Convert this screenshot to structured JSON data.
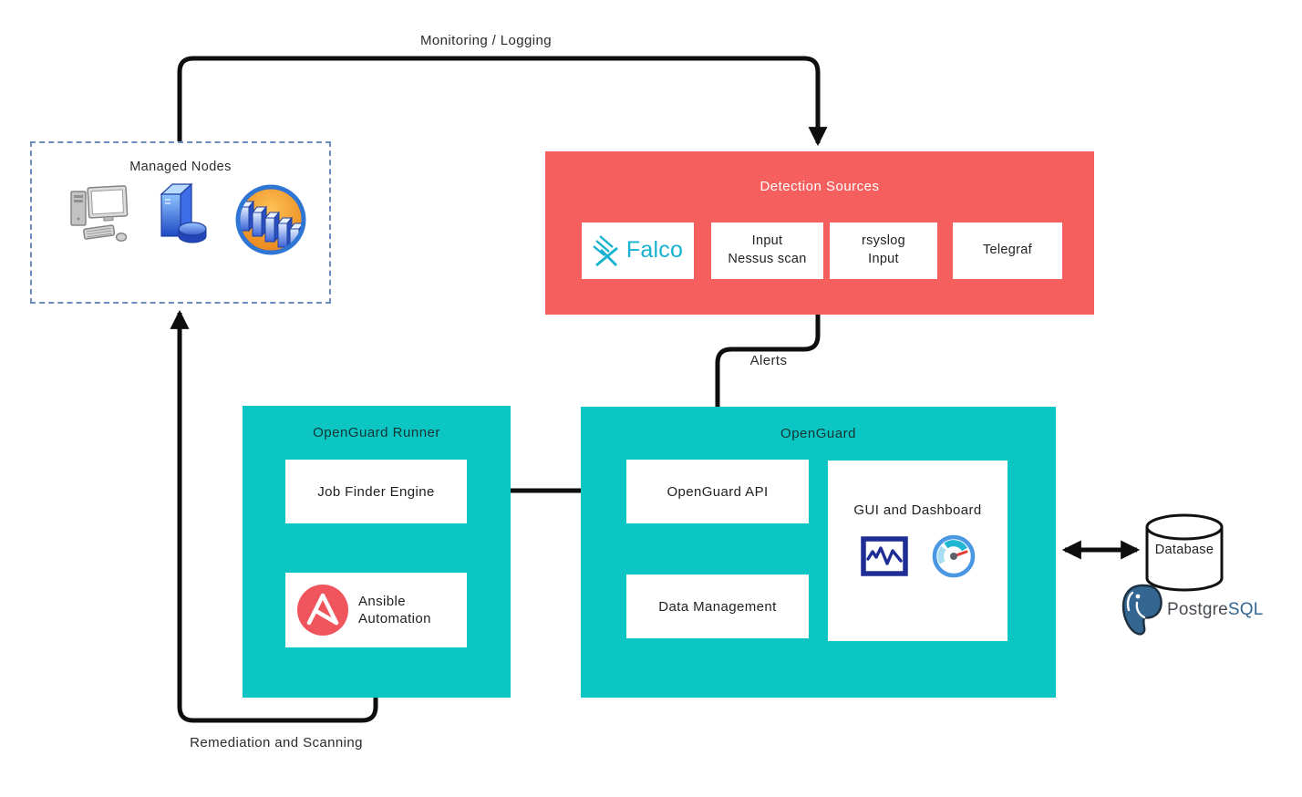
{
  "labels": {
    "monitoring": "Monitoring / Logging",
    "alerts": "Alerts",
    "remediation": "Remediation and Scanning"
  },
  "managed_nodes": {
    "title": "Managed Nodes",
    "icons": [
      "desktop-computer",
      "server-with-disk",
      "server-cluster-globe"
    ]
  },
  "detection_sources": {
    "title": "Detection Sources",
    "falco_brand": "Falco",
    "nessus": "Input\nNessus scan",
    "rsyslog": "rsyslog\nInput",
    "telegraf": "Telegraf"
  },
  "openguard_runner": {
    "title": "OpenGuard Runner",
    "job_finder": "Job Finder Engine",
    "ansible": "Ansible\nAutomation"
  },
  "openguard": {
    "title": "OpenGuard",
    "api": "OpenGuard API",
    "data_management": "Data Management",
    "gui": "GUI and Dashboard",
    "gui_icons": [
      "line-chart",
      "gauge"
    ]
  },
  "database": {
    "label": "Database",
    "brand_prefix": "Postgre",
    "brand_suffix": "SQL"
  },
  "colors": {
    "red": "#f5605e",
    "teal": "#0bc6c3",
    "dashed_blue": "#6b8ebf",
    "falco_teal": "#17b2cf",
    "ansible_red": "#f0545c",
    "postgres_blue": "#336791",
    "arrow": "#0e0e0e"
  }
}
